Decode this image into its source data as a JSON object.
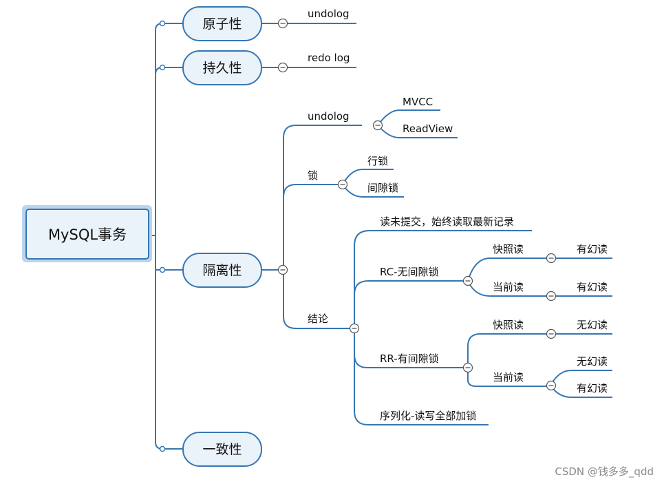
{
  "root": {
    "label": "MySQL事务"
  },
  "branches": {
    "atomicity": {
      "label": "原子性",
      "child": "undolog"
    },
    "durability": {
      "label": "持久性",
      "child": "redo log"
    },
    "isolation": {
      "label": "隔离性",
      "undolog": {
        "label": "undolog",
        "children": [
          "MVCC",
          "ReadView"
        ]
      },
      "lock": {
        "label": "锁",
        "children": [
          "行锁",
          "间隙锁"
        ]
      },
      "conclusion": {
        "label": "结论",
        "read_uncommitted": "读未提交，始终读取最新记录",
        "rc": {
          "label": "RC-无间隙锁",
          "snapshot_read": {
            "label": "快照读",
            "result": "有幻读"
          },
          "current_read": {
            "label": "当前读",
            "result": "有幻读"
          }
        },
        "rr": {
          "label": "RR-有间隙锁",
          "snapshot_read": {
            "label": "快照读",
            "result": "无幻读"
          },
          "current_read": {
            "label": "当前读",
            "results": [
              "无幻读",
              "有幻读"
            ]
          }
        },
        "serializable": "序列化-读写全部加锁"
      }
    },
    "consistency": {
      "label": "一致性"
    }
  },
  "watermark": "CSDN @钱多多_qdd",
  "colors": {
    "line": "#3676b2",
    "node_fill": "#eaf2fa",
    "node_stroke": "#3676b2",
    "root_halo": "#bcd5ee"
  }
}
